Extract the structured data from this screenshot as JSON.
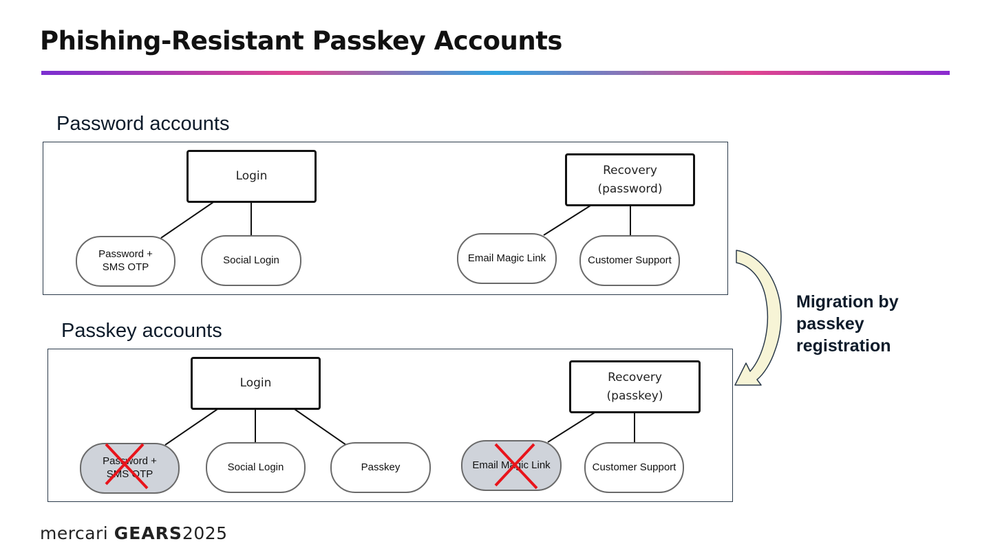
{
  "slide": {
    "title": "Phishing-Resistant Passkey Accounts"
  },
  "colors": {
    "accent_start": "#7b2fd0",
    "accent_mid": "#2fa4e0",
    "accent_pink": "#e0458f",
    "removed_fill": "#cfd3da",
    "cross": "#e8141b",
    "arrow_fill": "#f7f4d6"
  },
  "password_accounts": {
    "heading": "Password accounts",
    "login": "Login",
    "recovery_line1": "Recovery",
    "recovery_line2": "(password)",
    "methods": [
      "Password +\nSMS OTP",
      "Social Login"
    ],
    "recovery_methods": [
      "Email Magic Link",
      "Customer Support"
    ]
  },
  "passkey_accounts": {
    "heading": "Passkey accounts",
    "login": "Login",
    "recovery_line1": "Recovery",
    "recovery_line2": "(passkey)",
    "methods": [
      "Password +\nSMS OTP",
      "Social Login",
      "Passkey"
    ],
    "recovery_methods": [
      "Email Magic Link",
      "Customer Support"
    ],
    "removed": [
      "Password +\nSMS OTP",
      "Email Magic Link"
    ]
  },
  "migration": {
    "label": "Migration by passkey registration",
    "arrow_icon": "curved-down-arrow-icon"
  },
  "footer": {
    "brand": "mercari",
    "event": "GEARS",
    "year": "2025"
  }
}
